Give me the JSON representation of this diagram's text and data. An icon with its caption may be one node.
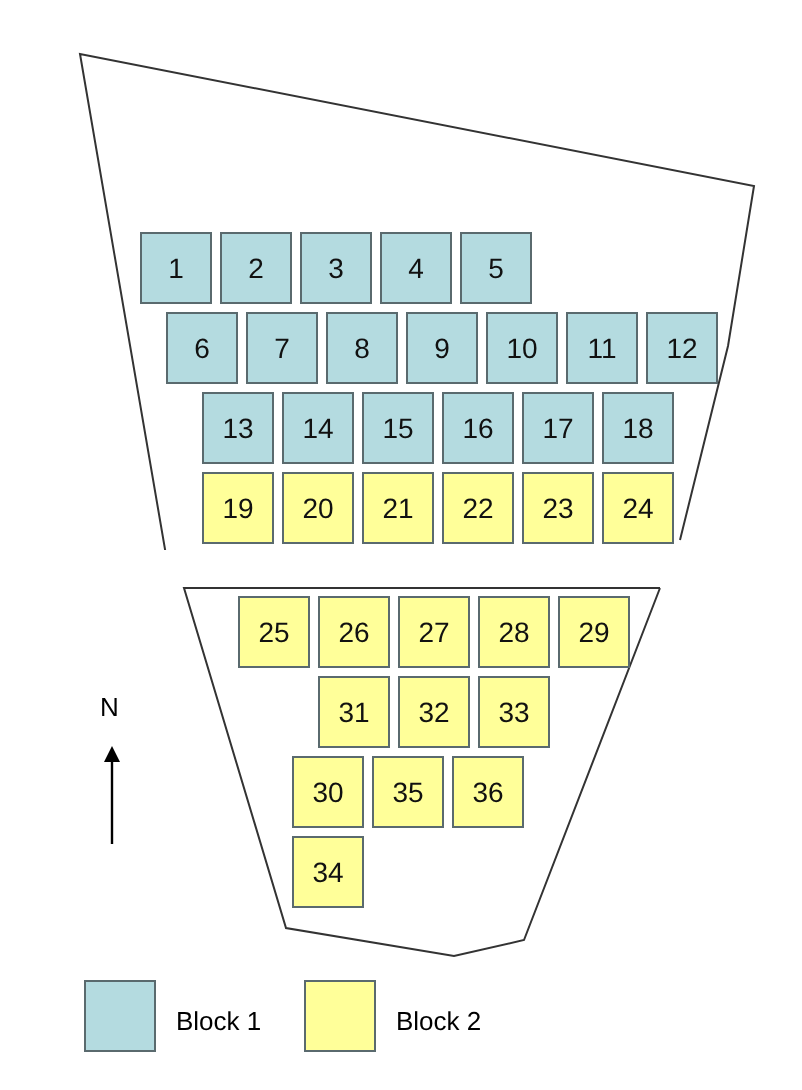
{
  "diagram": {
    "nodes": [
      {
        "text": [],
        "shape": "polygon"
      },
      {
        "text": [
          "1"
        ],
        "in": 0
      },
      {
        "text": [
          "2"
        ],
        "in": 0
      },
      {
        "text": [
          "3"
        ],
        "in": 0
      },
      {
        "text": [
          "4"
        ],
        "in": 0
      },
      {
        "text": [
          "5"
        ],
        "in": 0
      },
      {
        "text": [
          "6"
        ],
        "in": 0
      },
      {
        "text": [
          "7"
        ],
        "in": 0
      },
      {
        "text": [
          "8"
        ],
        "in": 0
      },
      {
        "text": [
          "9"
        ],
        "in": 0
      },
      {
        "text": [
          "10"
        ],
        "in": 0
      },
      {
        "text": [
          "11"
        ],
        "in": 0
      },
      {
        "text": [
          "12"
        ],
        "in": 0
      },
      {
        "text": [
          "13"
        ],
        "in": 0
      },
      {
        "text": [
          "14"
        ],
        "in": 0
      },
      {
        "text": [
          "15"
        ],
        "in": 0
      },
      {
        "text": [
          "16"
        ],
        "in": 0
      },
      {
        "text": [
          "17"
        ],
        "in": 0
      },
      {
        "text": [
          "18"
        ],
        "in": 0
      },
      {
        "text": [
          "19"
        ],
        "in": 0
      },
      {
        "text": [
          "20"
        ],
        "in": 0
      },
      {
        "text": [
          "21"
        ],
        "in": 0
      },
      {
        "text": [
          "22"
        ],
        "in": 0
      },
      {
        "text": [
          "23"
        ],
        "in": 0
      },
      {
        "text": [
          "24"
        ],
        "in": 0
      },
      {
        "text": [],
        "shape": "polygon"
      },
      {
        "text": [
          "25"
        ],
        "in": 25
      },
      {
        "text": [
          "26"
        ],
        "in": 25
      },
      {
        "text": [
          "27"
        ],
        "in": 25
      },
      {
        "text": [
          "28"
        ],
        "in": 25
      },
      {
        "text": [
          "29"
        ],
        "in": 25
      },
      {
        "text": [
          "31"
        ],
        "in": 25
      },
      {
        "text": [
          "32"
        ],
        "in": 25
      },
      {
        "text": [
          "33"
        ],
        "in": 25
      },
      {
        "text": [
          "30"
        ],
        "in": 25
      },
      {
        "text": [
          "35"
        ],
        "in": 25
      },
      {
        "text": [
          "36"
        ],
        "in": 25
      },
      {
        "text": [
          "34"
        ],
        "in": 25
      }
    ],
    "edges": [],
    "labels": [
      "N"
    ],
    "legend": [
      {
        "text": "Block 1",
        "color": "#b4dbe0"
      },
      {
        "text": "Block 2",
        "color": "#ffff99"
      }
    ]
  }
}
